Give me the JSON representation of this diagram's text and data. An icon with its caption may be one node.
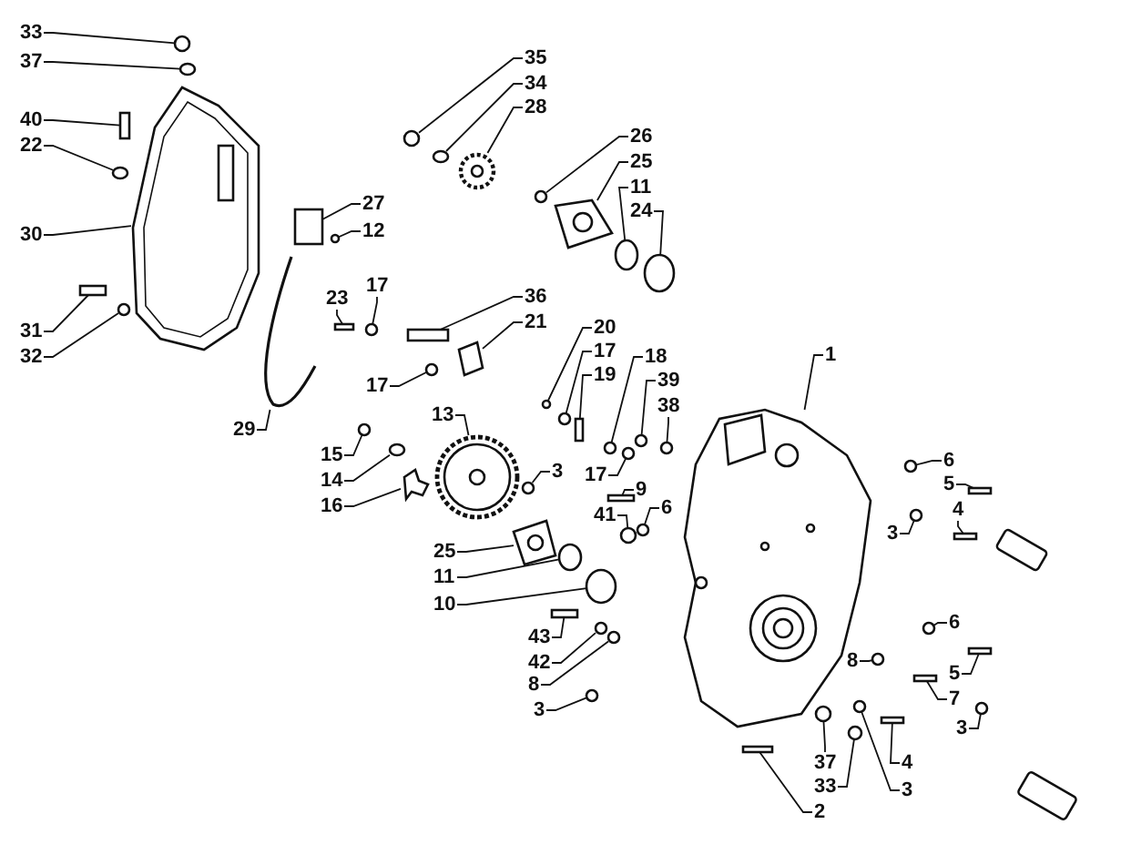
{
  "diagram": {
    "nodes": [
      {
        "text": [
          "33"
        ]
      },
      {
        "text": [
          "37"
        ]
      },
      {
        "text": [
          "40"
        ]
      },
      {
        "text": [
          "22"
        ]
      },
      {
        "text": [
          "30"
        ]
      },
      {
        "text": [
          "31"
        ]
      },
      {
        "text": [
          "32"
        ]
      },
      {
        "text": [
          "27"
        ]
      },
      {
        "text": [
          "12"
        ]
      },
      {
        "text": [
          "23"
        ]
      },
      {
        "text": [
          "29"
        ]
      },
      {
        "text": [
          "17"
        ]
      },
      {
        "text": [
          "36"
        ]
      },
      {
        "text": [
          "21"
        ]
      },
      {
        "text": [
          "17"
        ]
      },
      {
        "text": [
          "35"
        ]
      },
      {
        "text": [
          "34"
        ]
      },
      {
        "text": [
          "28"
        ]
      },
      {
        "text": [
          "26"
        ]
      },
      {
        "text": [
          "25"
        ]
      },
      {
        "text": [
          "11"
        ]
      },
      {
        "text": [
          "24"
        ]
      },
      {
        "text": [
          "20"
        ]
      },
      {
        "text": [
          "17"
        ]
      },
      {
        "text": [
          "19"
        ]
      },
      {
        "text": [
          "18"
        ]
      },
      {
        "text": [
          "39"
        ]
      },
      {
        "text": [
          "38"
        ]
      },
      {
        "text": [
          "1"
        ]
      },
      {
        "text": [
          "13"
        ]
      },
      {
        "text": [
          "15"
        ]
      },
      {
        "text": [
          "14"
        ]
      },
      {
        "text": [
          "16"
        ]
      },
      {
        "text": [
          "3"
        ]
      },
      {
        "text": [
          "17"
        ]
      },
      {
        "text": [
          "9"
        ]
      },
      {
        "text": [
          "41"
        ]
      },
      {
        "text": [
          "6"
        ]
      },
      {
        "text": [
          "25"
        ]
      },
      {
        "text": [
          "11"
        ]
      },
      {
        "text": [
          "10"
        ]
      },
      {
        "text": [
          "43"
        ]
      },
      {
        "text": [
          "42"
        ]
      },
      {
        "text": [
          "8"
        ]
      },
      {
        "text": [
          "3"
        ]
      },
      {
        "text": [
          "6"
        ]
      },
      {
        "text": [
          "5"
        ]
      },
      {
        "text": [
          "4"
        ]
      },
      {
        "text": [
          "3"
        ]
      },
      {
        "text": [
          "6"
        ]
      },
      {
        "text": [
          "5"
        ]
      },
      {
        "text": [
          "7"
        ]
      },
      {
        "text": [
          "8"
        ]
      },
      {
        "text": [
          "3"
        ]
      },
      {
        "text": [
          "37"
        ]
      },
      {
        "text": [
          "33"
        ]
      },
      {
        "text": [
          "4"
        ]
      },
      {
        "text": [
          "3"
        ]
      },
      {
        "text": [
          "2"
        ]
      },
      {
        "text": [],
        "shape": "circle"
      },
      {
        "text": [],
        "shape": "circle"
      },
      {
        "text": [],
        "shape": "box"
      },
      {
        "text": [],
        "shape": "circle"
      },
      {
        "text": [],
        "shape": "picture"
      },
      {
        "text": [],
        "shape": "box"
      },
      {
        "text": [],
        "shape": "circle"
      },
      {
        "text": [],
        "shape": "box"
      },
      {
        "text": [],
        "shape": "circle"
      },
      {
        "text": [],
        "shape": "box"
      },
      {
        "text": [],
        "shape": "picture"
      },
      {
        "text": [],
        "shape": "circle"
      },
      {
        "text": [],
        "shape": "box"
      },
      {
        "text": [],
        "shape": "picture"
      },
      {
        "text": [],
        "shape": "circle"
      },
      {
        "text": [],
        "shape": "circle"
      },
      {
        "text": [],
        "shape": "circle"
      },
      {
        "text": [],
        "shape": "picture"
      },
      {
        "text": [],
        "shape": "circle"
      },
      {
        "text": [],
        "shape": "picture"
      },
      {
        "text": [],
        "shape": "circle"
      },
      {
        "text": [],
        "shape": "circle"
      },
      {
        "text": [],
        "shape": "circle"
      },
      {
        "text": [],
        "shape": "circle"
      },
      {
        "text": [],
        "shape": "box"
      },
      {
        "text": [],
        "shape": "circle"
      },
      {
        "text": [],
        "shape": "circle"
      },
      {
        "text": [],
        "shape": "circle"
      },
      {
        "text": [],
        "shape": "picture"
      },
      {
        "text": [],
        "shape": "picture"
      },
      {
        "text": [],
        "shape": "circle"
      },
      {
        "text": [],
        "shape": "circle"
      },
      {
        "text": [],
        "shape": "picture"
      },
      {
        "text": [],
        "shape": "circle"
      },
      {
        "text": [],
        "shape": "circle"
      },
      {
        "text": [],
        "shape": "box"
      },
      {
        "text": [],
        "shape": "circle"
      },
      {
        "text": [],
        "shape": "circle"
      },
      {
        "text": [],
        "shape": "picture"
      },
      {
        "text": [],
        "shape": "circle"
      },
      {
        "text": [],
        "shape": "circle"
      },
      {
        "text": [],
        "shape": "box"
      },
      {
        "text": [],
        "shape": "circle"
      },
      {
        "text": [],
        "shape": "circle"
      },
      {
        "text": [],
        "shape": "circle"
      },
      {
        "text": [],
        "shape": "circle"
      },
      {
        "text": [],
        "shape": "box"
      },
      {
        "text": [],
        "shape": "box"
      },
      {
        "text": [],
        "shape": "circle"
      },
      {
        "text": [],
        "shape": "circle"
      },
      {
        "text": [],
        "shape": "box"
      },
      {
        "text": [],
        "shape": "box"
      },
      {
        "text": [],
        "shape": "circle"
      },
      {
        "text": [],
        "shape": "circle"
      },
      {
        "text": [],
        "shape": "circle"
      },
      {
        "text": [],
        "shape": "circle"
      },
      {
        "text": [],
        "shape": "box"
      },
      {
        "text": [],
        "shape": "circle"
      },
      {
        "text": [],
        "shape": "box"
      }
    ],
    "edges": [
      {
        "from": 0,
        "to": 59,
        "arrow": "none"
      },
      {
        "from": 1,
        "to": 60,
        "arrow": "none"
      },
      {
        "from": 2,
        "to": 61,
        "arrow": "none"
      },
      {
        "from": 3,
        "to": 62,
        "arrow": "none"
      },
      {
        "from": 4,
        "to": 63,
        "arrow": "none"
      },
      {
        "from": 5,
        "to": 64,
        "arrow": "none"
      },
      {
        "from": 6,
        "to": 65,
        "arrow": "none"
      },
      {
        "from": 7,
        "to": 66,
        "arrow": "none"
      },
      {
        "from": 8,
        "to": 67,
        "arrow": "none"
      },
      {
        "from": 9,
        "to": 68,
        "arrow": "none"
      },
      {
        "from": 10,
        "to": 69,
        "arrow": "none"
      },
      {
        "from": 11,
        "to": 70,
        "arrow": "none"
      },
      {
        "from": 12,
        "to": 71,
        "arrow": "none"
      },
      {
        "from": 13,
        "to": 72,
        "arrow": "none"
      },
      {
        "from": 14,
        "to": 73,
        "arrow": "none"
      },
      {
        "from": 15,
        "to": 74,
        "arrow": "none"
      },
      {
        "from": 16,
        "to": 75,
        "arrow": "none"
      },
      {
        "from": 17,
        "to": 76,
        "arrow": "none"
      },
      {
        "from": 18,
        "to": 77,
        "arrow": "none"
      },
      {
        "from": 19,
        "to": 78,
        "arrow": "none"
      },
      {
        "from": 20,
        "to": 79,
        "arrow": "none"
      },
      {
        "from": 21,
        "to": 80,
        "arrow": "none"
      },
      {
        "from": 22,
        "to": 81,
        "arrow": "none"
      },
      {
        "from": 23,
        "to": 82,
        "arrow": "none"
      },
      {
        "from": 24,
        "to": 83,
        "arrow": "none"
      },
      {
        "from": 25,
        "to": 84,
        "arrow": "none"
      },
      {
        "from": 26,
        "to": 85,
        "arrow": "none"
      },
      {
        "from": 27,
        "to": 86,
        "arrow": "none"
      },
      {
        "from": 28,
        "to": 87,
        "arrow": "none"
      },
      {
        "from": 29,
        "to": 88,
        "arrow": "none"
      },
      {
        "from": 30,
        "to": 89,
        "arrow": "none"
      },
      {
        "from": 31,
        "to": 90,
        "arrow": "none"
      },
      {
        "from": 32,
        "to": 91,
        "arrow": "none"
      },
      {
        "from": 33,
        "to": 92,
        "arrow": "none"
      },
      {
        "from": 34,
        "to": 93,
        "arrow": "none"
      },
      {
        "from": 35,
        "to": 94,
        "arrow": "none"
      },
      {
        "from": 36,
        "to": 95,
        "arrow": "none"
      },
      {
        "from": 37,
        "to": 96,
        "arrow": "none"
      },
      {
        "from": 38,
        "to": 97,
        "arrow": "none"
      },
      {
        "from": 39,
        "to": 98,
        "arrow": "none"
      },
      {
        "from": 40,
        "to": 99,
        "arrow": "none"
      },
      {
        "from": 41,
        "to": 100,
        "arrow": "none"
      },
      {
        "from": 42,
        "to": 101,
        "arrow": "none"
      },
      {
        "from": 43,
        "to": 102,
        "arrow": "none"
      },
      {
        "from": 44,
        "to": 103,
        "arrow": "none"
      },
      {
        "from": 45,
        "to": 104,
        "arrow": "none"
      },
      {
        "from": 46,
        "to": 105,
        "arrow": "none"
      },
      {
        "from": 47,
        "to": 106,
        "arrow": "none"
      },
      {
        "from": 48,
        "to": 107,
        "arrow": "none"
      },
      {
        "from": 49,
        "to": 108,
        "arrow": "none"
      },
      {
        "from": 50,
        "to": 109,
        "arrow": "none"
      },
      {
        "from": 51,
        "to": 110,
        "arrow": "none"
      },
      {
        "from": 52,
        "to": 111,
        "arrow": "none"
      },
      {
        "from": 53,
        "to": 112,
        "arrow": "none"
      },
      {
        "from": 54,
        "to": 113,
        "arrow": "none"
      },
      {
        "from": 55,
        "to": 114,
        "arrow": "none"
      },
      {
        "from": 56,
        "to": 115,
        "arrow": "none"
      },
      {
        "from": 57,
        "to": 116,
        "arrow": "none"
      },
      {
        "from": 58,
        "to": 117,
        "arrow": "none"
      }
    ]
  }
}
